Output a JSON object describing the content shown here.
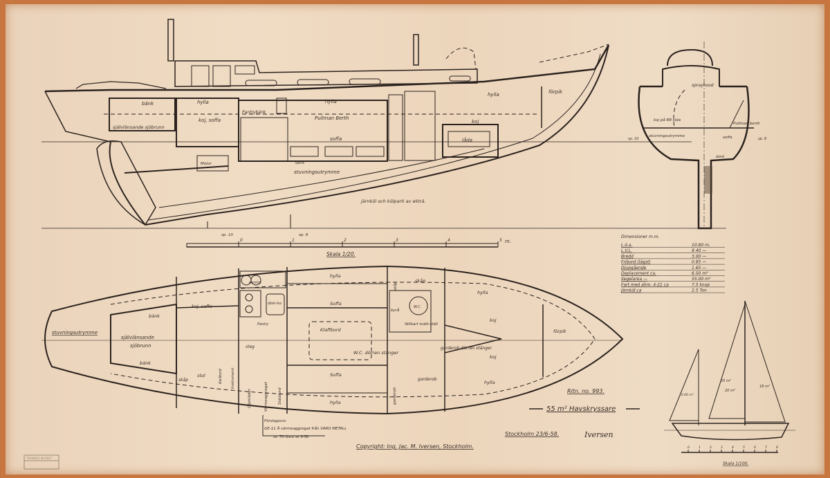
{
  "drawing": {
    "drawing_number": "Ritn. no. 993.",
    "title": "55 m² Havskryssare",
    "place_date": "Stockholm 23/6-58.",
    "copyright": "Copyright: Ing. Jac. M. Iversen, Stockholm.",
    "signature": "Iversen",
    "archive_stamp": "TEKNISKA MUSEET"
  },
  "scale_bar": {
    "ticks": [
      "0",
      "1",
      "2",
      "3",
      "4",
      "5"
    ],
    "unit": "m.",
    "label": "Skala 1/20."
  },
  "profile": {
    "labels": {
      "bank": "bänk",
      "hylla1": "hylla",
      "hylla2": "hylla",
      "hylla3": "hylla",
      "koj_soffa": "koj, soffa",
      "pantry": "Pantrybänk",
      "pullman": "Pullman Berth",
      "soffa": "soffa",
      "koj": "koj",
      "forpik": "förpik",
      "sjolansande": "självlänsande sjöbrunn",
      "stuvning": "stuvningsutrymme",
      "dork": "dork",
      "lada": "låda",
      "motor": "Motor",
      "jarnkol": "järnköl  och kölparti av ekträ.",
      "spant10": "sp. 10",
      "spant8": "sp. 8"
    }
  },
  "section": {
    "labels": {
      "sprayhood": "sprayhood",
      "koj_hoger": "koj på BB sida",
      "stuvning": "stuvningsutrymme",
      "pullman": "Pullman berth",
      "soffa": "soffa",
      "dork": "dork",
      "sp10": "sp. 10",
      "sp8": "sp. 8"
    }
  },
  "plan": {
    "labels": {
      "stuvning": "stuvningsutrymme",
      "sjolansande": "självlänsande",
      "sjobrunn": "sjöbrunn",
      "bank1": "bänk",
      "bank2": "bänk",
      "koj_soffa": "koj, soffa",
      "pentry": "pentry",
      "diskho": "disk-ho",
      "pantry": "Pantry",
      "steg": "steg",
      "stol": "stol",
      "skap1": "skåp",
      "kartbord": "Kartbord",
      "instrument": "Instrument",
      "oljeklader": "Oljekläder",
      "varmeaggregat": "Värmeaggregat",
      "sidobord": "Sidobord",
      "hylla1": "hylla",
      "hylla2": "hylla",
      "hylla3": "hylla",
      "hylla4": "hylla",
      "soffa1": "Soffa",
      "soffa2": "Soffa",
      "klaffbord": "Klaffbord",
      "wc_door": "W.C. dörren stänger",
      "skap2": "skåp",
      "skap3": "skåp",
      "byra": "byrå",
      "wc": "W.C.",
      "fallbart": "fällbart tvätt-ställ",
      "garderob_door": "garderob dörren stänger",
      "garderob1": "garderob",
      "garderob2": "garderob",
      "koj1": "koj",
      "koj2": "koj",
      "forpik": "förpik"
    },
    "note": {
      "line1": "Förslagsvis:",
      "line2": "GE-11 Å värmeaggregat från VARO METALL",
      "line3": "se. Till Ganz av 9-58."
    }
  },
  "dimensions": {
    "title": "Dimensioner m.m.",
    "rows": [
      {
        "label": "L.ö.a.",
        "value": "10.80 m."
      },
      {
        "label": "L.V.L.",
        "value": "8.40 —"
      },
      {
        "label": "Bredd",
        "value": "3.00 —"
      },
      {
        "label": "Fribord (lägst)",
        "value": "0.85 —"
      },
      {
        "label": "Djupgående",
        "value": "1.65 —"
      },
      {
        "label": "Deplacement  ca.",
        "value": "6.50 m³"
      },
      {
        "label": "Segelarea  —",
        "value": "55.00 m²"
      },
      {
        "label": "Fart med ahm. 4-21 ca",
        "value": "7.5 knop"
      },
      {
        "label": "Järnköl  ca",
        "value": "2.5 Ton"
      }
    ]
  },
  "sail_plan": {
    "labels": {
      "main": "55 m²",
      "jib": "18 m²",
      "stay": "20 m²",
      "mizzen": "10.00 m²"
    },
    "scale_ticks": [
      "0",
      "1",
      "2",
      "3",
      "4",
      "5",
      "6",
      "7",
      "8"
    ],
    "scale_label": "Skala 1/100."
  }
}
